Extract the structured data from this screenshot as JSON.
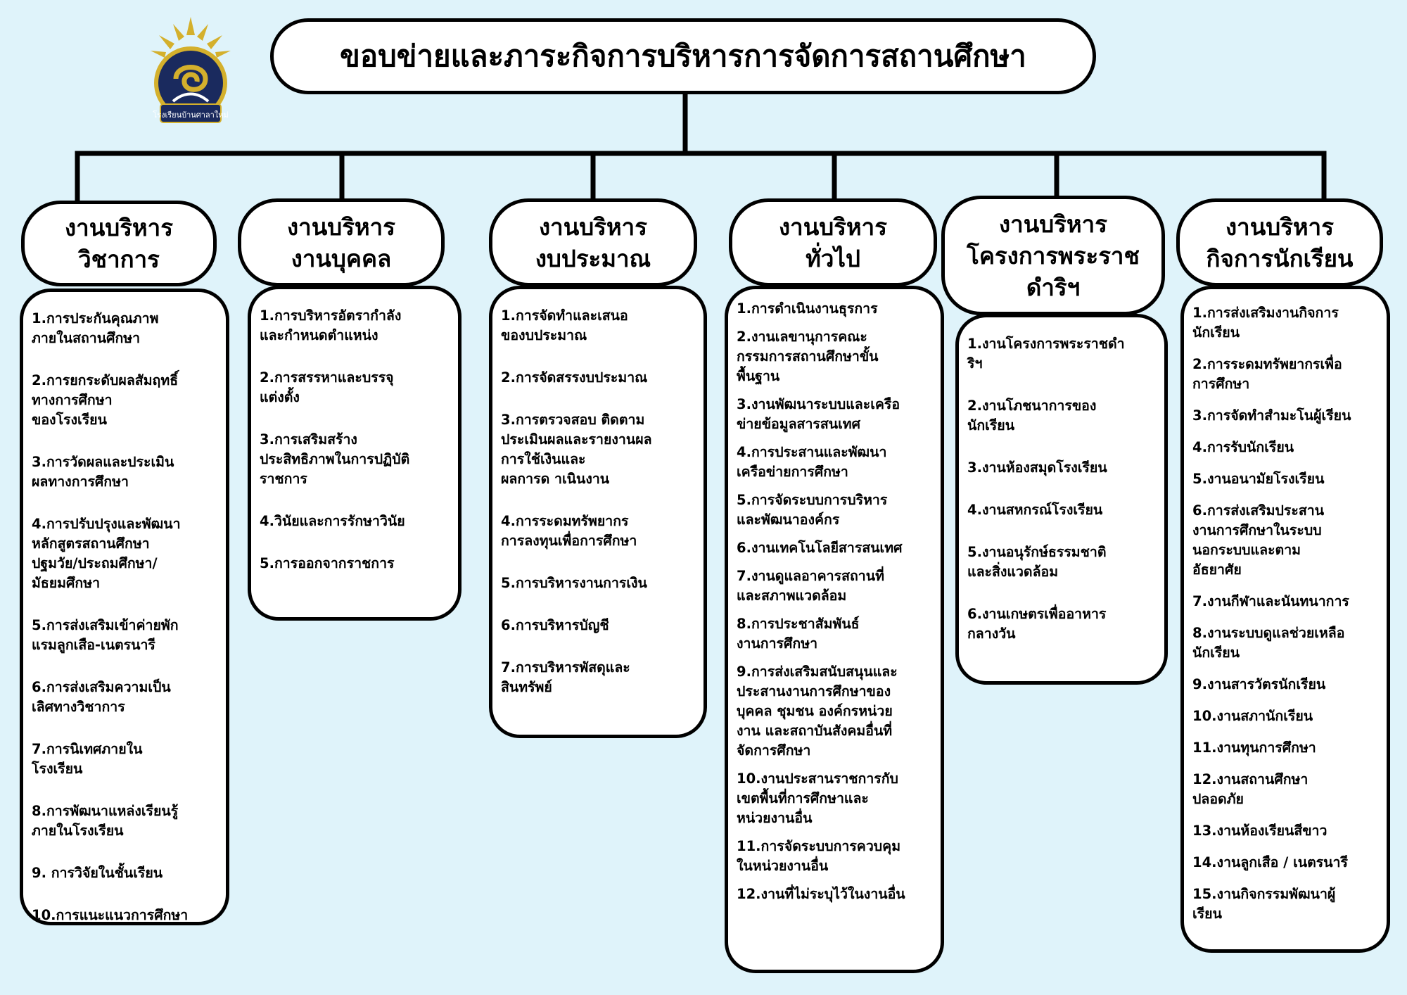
{
  "title": "ขอบข่ายและภาระกิจการบริหารการจัดการสถานศึกษา",
  "logo": {
    "icon": "school-emblem-icon",
    "caption": "โรงเรียนบ้านศาลาใหม่"
  },
  "colors": {
    "background": "#dff3fa",
    "box": "#ffffff",
    "border": "#000000",
    "logo_navy": "#1a2a5e",
    "logo_gold": "#d4b02c"
  },
  "columns": [
    {
      "heading": [
        "งานบริหาร",
        "วิชาการ"
      ],
      "items": [
        [
          "1.การประกันคุณภาพ",
          "ภายในสถานศึกษา"
        ],
        [
          "2.การยกระดับผลสัมฤทธิ์",
          "ทางการศึกษา",
          "ของโรงเรียน"
        ],
        [
          "3.การวัดผลและประเมิน",
          "ผลทางการศึกษา"
        ],
        [
          "4.การปรับปรุงและพัฒนา",
          "หลักสูตรสถานศึกษา",
          "ปฐมวัย/ประถมศึกษา/",
          "มัธยมศึกษา"
        ],
        [
          "5.การส่งเสริมเข้าค่ายพัก",
          "แรมลูกเสือ-เนตรนารี"
        ],
        [
          "6.การส่งเสริมความเป็น",
          "เลิศทางวิชาการ"
        ],
        [
          "7.การนิเทศภายใน",
          "โรงเรียน"
        ],
        [
          "8.การพัฒนาแหล่งเรียนรู้",
          "ภายในโรงเรียน"
        ],
        [
          "9. การวิจัยในชั้นเรียน"
        ],
        [
          "10.การแนะแนวการศึกษา"
        ]
      ]
    },
    {
      "heading": [
        "งานบริหาร",
        "งานบุคคล"
      ],
      "items": [
        [
          "1.การบริหารอัตรากำลัง",
          "และกำหนดตำแหน่ง"
        ],
        [
          "2.การสรรหาและบรรจุ",
          "แต่งตั้ง"
        ],
        [
          "3.การเสริมสร้าง",
          "ประสิทธิภาพในการปฏิบัติ",
          "ราชการ"
        ],
        [
          "4.วินัยและการรักษาวินัย"
        ],
        [
          "5.การออกจากราชการ"
        ]
      ]
    },
    {
      "heading": [
        "งานบริหาร",
        "งบประมาณ"
      ],
      "items": [
        [
          "1.การจัดทำและเสนอ",
          "ของบประมาณ"
        ],
        [
          "2.การจัดสรรงบประมาณ"
        ],
        [
          "3.การตรวจสอบ ติดตาม",
          "ประเมินผลและรายงานผล",
          "การใช้เงินและ",
          "ผลการด าเนินงาน"
        ],
        [
          "4.การระดมทรัพยากร",
          "การลงทุนเพื่อการศึกษา"
        ],
        [
          "5.การบริหารงานการเงิน"
        ],
        [
          "6.การบริหารบัญชี"
        ],
        [
          "7.การบริหารพัสดุและ",
          "สินทรัพย์"
        ]
      ]
    },
    {
      "heading": [
        "งานบริหาร",
        "ทั่วไป"
      ],
      "items": [
        [
          "1.การดำเนินงานธุรการ"
        ],
        [
          "2.งานเลขานุการคณะ",
          "กรรมการสถานศึกษาขั้น",
          "พื้นฐาน"
        ],
        [
          "3.งานพัฒนาระบบและเครือ",
          "ข่ายข้อมูลสารสนเทศ"
        ],
        [
          "4.การประสานและพัฒนา",
          "เครือข่ายการศึกษา"
        ],
        [
          "5.การจัดระบบการบริหาร",
          "และพัฒนาองค์กร"
        ],
        [
          "6.งานเทคโนโลยีสารสนเทศ"
        ],
        [
          "7.งานดูแลอาคารสถานที่",
          "และสภาพแวดล้อม"
        ],
        [
          "8.การประชาสัมพันธ์",
          "งานการศึกษา"
        ],
        [
          "9.การส่งเสริมสนับสนุนและ",
          "ประสานงานการศึกษาของ",
          "บุคคล ชุมชน องค์กรหน่วย",
          "งาน และสถาบันสังคมอื่นที่",
          "จัดการศึกษา"
        ],
        [
          "10.งานประสานราชการกับ",
          "เขตพื้นที่การศึกษาและ",
          "หน่วยงานอื่น"
        ],
        [
          "11.การจัดระบบการควบคุม",
          "ในหน่วยงานอื่น"
        ],
        [
          "12.งานที่ไม่ระบุไว้ในงานอื่น"
        ]
      ]
    },
    {
      "heading": [
        "งานบริหาร",
        "โครงการพระราช",
        "ดำริฯ"
      ],
      "items": [
        [
          "1.งานโครงการพระราชดำ",
          "ริฯ"
        ],
        [
          "2.งานโภชนาการของ",
          "นักเรียน"
        ],
        [
          "3.งานห้องสมุดโรงเรียน"
        ],
        [
          "4.งานสหกรณ์โรงเรียน"
        ],
        [
          "5.งานอนุรักษ์ธรรมชาติ",
          "และสิ่งแวดล้อม"
        ],
        [
          "6.งานเกษตรเพื่ออาหาร",
          "กลางวัน"
        ]
      ]
    },
    {
      "heading": [
        "งานบริหาร",
        "กิจการนักเรียน"
      ],
      "items": [
        [
          "1.การส่งเสริมงานกิจการ",
          "นักเรียน"
        ],
        [
          "2.การระดมทรัพยากรเพื่อ",
          "การศึกษา"
        ],
        [
          "3.การจัดทำสำมะโนผู้เรียน"
        ],
        [
          "4.การรับนักเรียน"
        ],
        [
          "5.งานอนามัยโรงเรียน"
        ],
        [
          "6.การส่งเสริมประสาน",
          "งานการศึกษาในระบบ",
          "นอกระบบและตาม",
          "อัธยาศัย"
        ],
        [
          "7.งานกีฬาและนันทนาการ"
        ],
        [
          "8.งานระบบดูแลช่วยเหลือ",
          "นักเรียน"
        ],
        [
          "9.งานสารวัตรนักเรียน"
        ],
        [
          "10.งานสภานักเรียน"
        ],
        [
          "11.งานทุนการศึกษา"
        ],
        [
          "12.งานสถานศึกษา",
          "ปลอดภัย"
        ],
        [
          "13.งานห้องเรียนสีขาว"
        ],
        [
          "14.งานลูกเสือ / เนตรนารี"
        ],
        [
          "15.งานกิจกรรมพัฒนาผู้",
          "เรียน"
        ]
      ]
    }
  ]
}
